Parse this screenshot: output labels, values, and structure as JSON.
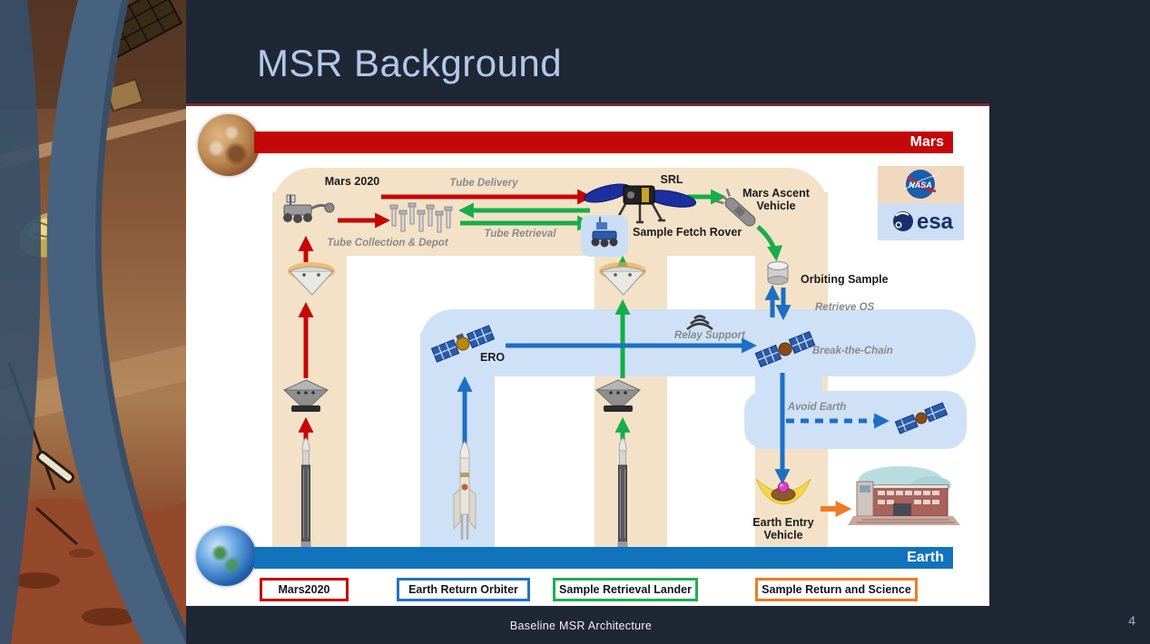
{
  "slide": {
    "title": "MSR Background",
    "caption": "Baseline MSR Architecture",
    "page_number": "4"
  },
  "diagram": {
    "planet_bars": {
      "mars": "Mars",
      "earth": "Earth"
    },
    "nodes": {
      "mars2020": "Mars 2020",
      "srl": "SRL",
      "sample_fetch_rover": "Sample Fetch Rover",
      "mav_line1": "Mars Ascent",
      "mav_line2": "Vehicle",
      "orbiting_sample": "Orbiting Sample",
      "ero": "ERO",
      "eev_line1": "Earth Entry",
      "eev_line2": "Vehicle"
    },
    "flows": {
      "tube_delivery": "Tube Delivery",
      "tube_retrieval": "Tube Retrieval",
      "tube_collection": "Tube Collection & Depot",
      "relay_support": "Relay Support",
      "retrieve_os": "Retrieve OS",
      "break_the_chain": "Break-the-Chain",
      "avoid_earth": "Avoid Earth"
    },
    "logos": {
      "nasa": "NASA",
      "esa": "esa"
    },
    "legend": [
      {
        "label": "Mars2020",
        "color": "#c40707"
      },
      {
        "label": "Earth Return Orbiter",
        "color": "#2273c3"
      },
      {
        "label": "Sample Retrieval Lander",
        "color": "#1db050"
      },
      {
        "label": "Sample Return and Science",
        "color": "#ee7b25"
      }
    ],
    "colors": {
      "mars_bar": "#c40707",
      "earth_bar": "#1173bc",
      "mars2020_path": "#c40707",
      "srl_path": "#17ad49",
      "ero_path": "#1c6fc3",
      "science_path": "#ee7b25",
      "surface_band": "#f3e2c8",
      "orbit_band": "#cfe1f6"
    }
  }
}
